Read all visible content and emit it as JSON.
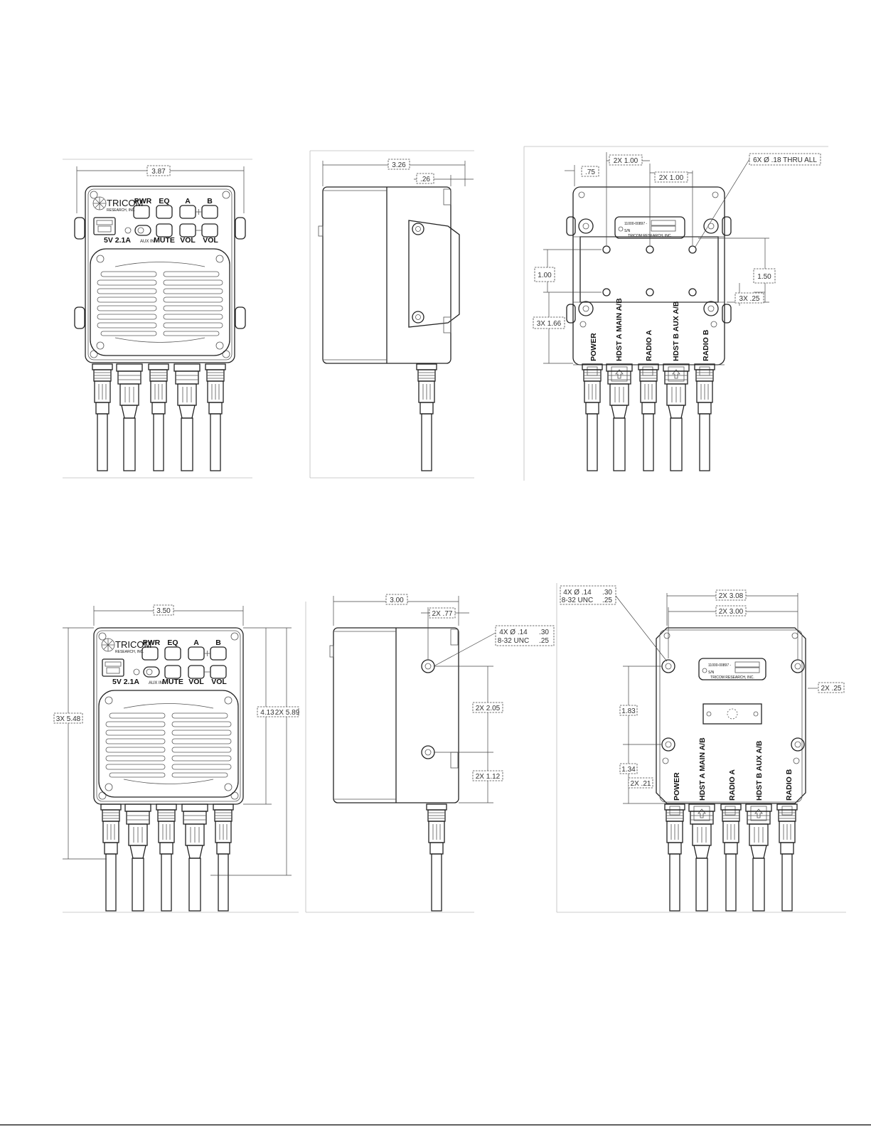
{
  "brand": {
    "name": "TRICOM",
    "sub": "RESEARCH, INC."
  },
  "front_panel": {
    "buttons_top": [
      "PWR",
      "EQ",
      "A",
      "B"
    ],
    "buttons_bottom": [
      "MUTE",
      "VOL",
      "VOL"
    ],
    "usb_label": "5V 2.1A",
    "aux_label": "AUX IN"
  },
  "rear_panel": {
    "ports": [
      "POWER",
      "HDST A MAIN A/B",
      "RADIO A",
      "HDST B AUX A/B",
      "RADIO B"
    ],
    "nameplate_number": "11000-00897 -",
    "nameplate_sn": "S/N",
    "nameplate_company": "TRICOM RESEARCH, INC."
  },
  "dimensions": {
    "top_front_width": "3.87",
    "top_side_depth": "3.26",
    "top_side_offset": ".26",
    "top_rear_spacing_a": "2X 1.00",
    "top_rear_spacing_b": "2X 1.00",
    "top_rear_edge": ".75",
    "top_rear_holes": "6X Ø .18 THRU ALL",
    "top_rear_left_vert": "1.00",
    "top_rear_right_vert": "1.50",
    "top_rear_small": "3X .25",
    "top_rear_height": "3X 1.66",
    "bot_front_width": "3.50",
    "bot_front_height_left": "3X 5.48",
    "bot_front_height_mid": "4.13",
    "bot_front_height_right": "2X 5.89",
    "bot_side_depth": "3.00",
    "bot_side_offset": "2X .77",
    "bot_side_holes_a": "4X Ø .14",
    "bot_side_holes_b": ".30",
    "bot_side_thread": "8-32 UNC",
    "bot_side_thread_depth": ".25",
    "bot_side_vert_a": "2X 2.05",
    "bot_side_vert_b": "2X 1.12",
    "bot_rear_holes_a": "4X Ø .14",
    "bot_rear_holes_b": ".30",
    "bot_rear_thread": "8-32 UNC",
    "bot_rear_thread_depth": ".25",
    "bot_rear_width_a": "2X 3.08",
    "bot_rear_width_b": "2X 3.00",
    "bot_rear_right": "2X .25",
    "bot_rear_vert_a": "1.83",
    "bot_rear_vert_b": "1.34",
    "bot_rear_vert_c": "2X .21"
  }
}
